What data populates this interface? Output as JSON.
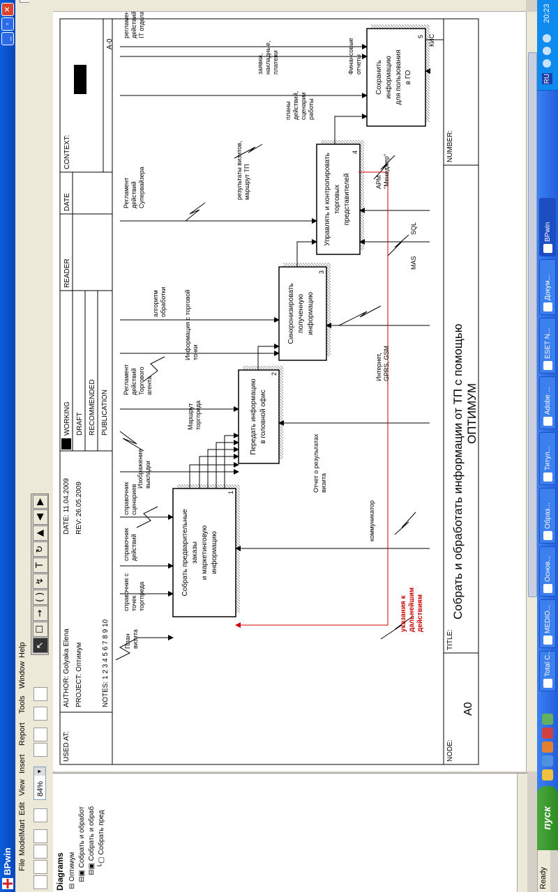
{
  "window": {
    "app_title": "BPwin"
  },
  "menu": [
    "File",
    "ModelMart",
    "Edit",
    "View",
    "Insert",
    "Report",
    "Tools",
    "Window",
    "Help"
  ],
  "toolbar": {
    "zoom": "84%"
  },
  "diagrams": {
    "header": "Diagrams",
    "root": "Оптимум",
    "items": [
      "Собрать и обработ",
      "Собрать и обраб",
      "Собрать пред"
    ]
  },
  "frame": {
    "used_at": "USED AT:",
    "author": "AUTHOR:  Golyaka Elena",
    "project": "PROJECT:  Оптимум",
    "date": "DATE:   11.04.2009",
    "rev": "REV:     26.05.2009",
    "notes": "NOTES:  1  2  3  4  5  6  7  8  9  10",
    "working": "WORKING",
    "draft": "DRAFT",
    "recommended": "RECOMMENDED",
    "publication": "PUBLICATION",
    "reader": "READER",
    "date2": "DATE",
    "context": "CONTEXT:",
    "node_ref": "A-0",
    "node_label": "NODE:",
    "node": "A0",
    "title_label": "TITLE:",
    "title": "Собрать и обработать информации от ТП с помощью",
    "title_line2": "ОПТИМУМ",
    "number_label": "NUMBER:"
  },
  "boxes": [
    {
      "lines": [
        "Собрать предварительные",
        "заказы",
        "и маркетинговую",
        "информацию"
      ],
      "num": "1"
    },
    {
      "lines": [
        "Передать информацию",
        "в головной офис"
      ],
      "num": "2"
    },
    {
      "lines": [
        "Синхронизировать",
        "полученную",
        "информацию"
      ],
      "num": "3"
    },
    {
      "lines": [
        "Управлять и контролировать",
        "торговых",
        "представителей"
      ],
      "num": "4"
    },
    {
      "lines": [
        "Сохранить",
        "информацию",
        "для пользования",
        "в ГО"
      ],
      "num": "5"
    }
  ],
  "labels": {
    "plan": [
      "План",
      "визита"
    ],
    "sprav_tochek": [
      "справочник с",
      "точек",
      "торгпреда"
    ],
    "sprav_deist": [
      "справочник",
      "действий"
    ],
    "sprav_scen": [
      "справочник",
      "сценариев"
    ],
    "izobr": [
      "Изображение",
      "выкладки"
    ],
    "reg_agent": [
      "Регламент",
      "действий",
      "Торгового",
      "агента"
    ],
    "marshrut": [
      "Маршрут",
      "торгпреда"
    ],
    "info_tochki": [
      "Информация с торговой",
      "точки"
    ],
    "algoritm": [
      "алгоритм",
      "обработки"
    ],
    "reg_super": [
      "Регламент",
      "действий",
      "Супервайзера"
    ],
    "rezultaty": [
      "результаты визитов,",
      "маршрут ТП"
    ],
    "plany": [
      "планы",
      "действий,",
      "сценарии",
      "работы"
    ],
    "zayavki": [
      "заявки,",
      "накладные,",
      "платежи"
    ],
    "reg_it": [
      "регламент",
      "действий",
      "IT отдела"
    ],
    "fin": [
      "Финансовые",
      "отчеты"
    ],
    "kis": [
      "КИС"
    ],
    "otchet": [
      "Отчет о результатах",
      "визита"
    ],
    "ukazania": [
      "указания к",
      "дальнейшим",
      "действиям"
    ],
    "kommunikator": [
      "коммуникатор"
    ],
    "internet": [
      "Интернет,",
      "GPRS, GSM"
    ],
    "mas": [
      "MAS"
    ],
    "sql": [
      "SQL"
    ],
    "arm": [
      "АРМ",
      "\"Менеджер\""
    ]
  },
  "statusbar": {
    "text": "Ready"
  },
  "taskbar": {
    "start": "пуск",
    "tasks": [
      "Total C...",
      "MEDIO...",
      "Основ...",
      "Образ...",
      "Титул...",
      "Adobe ...",
      "ESET N...",
      "Докум...",
      "BPwin"
    ],
    "lang": "RU",
    "time": "20:23"
  },
  "colors": {
    "titlebar": "#0a5fdc",
    "taskbar": "#245edb",
    "start": "#2e8b24",
    "feedback_arrow": "#d00000",
    "feedback_label": "#cc0000"
  }
}
